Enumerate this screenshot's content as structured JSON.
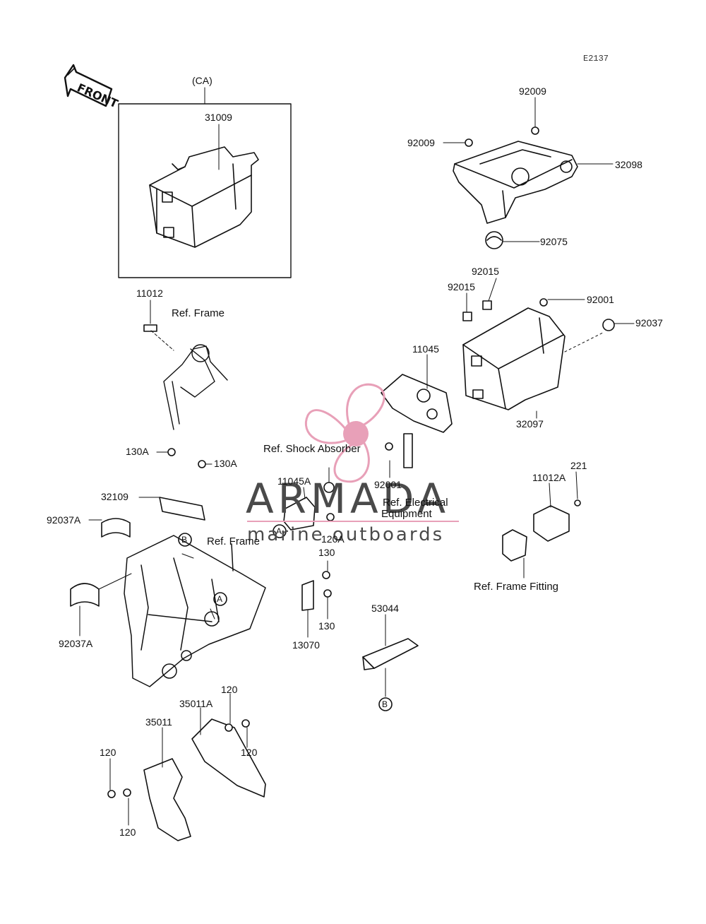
{
  "page_code": "E2137",
  "front_label": "FRONT",
  "ca_label": "(CA)",
  "parts": {
    "p31009": "31009",
    "p92009a": "92009",
    "p92009b": "92009",
    "p32098": "32098",
    "p92075": "92075",
    "p11012": "11012",
    "p92015a": "92015",
    "p92015b": "92015",
    "p92001a": "92001",
    "p92037": "92037",
    "p11045": "11045",
    "p32097": "32097",
    "p130a1": "130A",
    "p130a2": "130A",
    "p32109": "32109",
    "p92037a1": "92037A",
    "p92037a2": "92037A",
    "p11045a": "11045A",
    "p120a": "120A",
    "p92001b": "92001",
    "p221": "221",
    "p11012a": "11012A",
    "p130b1": "130",
    "p130b2": "130",
    "p13070": "13070",
    "p53044": "53044",
    "p120b": "120",
    "p35011a": "35011A",
    "p35011": "35011",
    "p120c": "120",
    "p120d": "120",
    "p120e": "120"
  },
  "refs": {
    "frame_top": "Ref. Frame",
    "shock": "Ref. Shock Absorber",
    "electrical_1": "Ref. Electrical",
    "electrical_2": "Equipment",
    "frame_mid": "Ref. Frame",
    "frame_fitting": "Ref. Frame Fitting"
  },
  "markers": {
    "a1": "A",
    "a2": "A",
    "b1": "B",
    "b2": "B"
  },
  "watermark": {
    "brand": "ARMADA",
    "tagline": "marine outboards",
    "accent": "#e8a0b8",
    "text_color": "#4a4a4a"
  }
}
